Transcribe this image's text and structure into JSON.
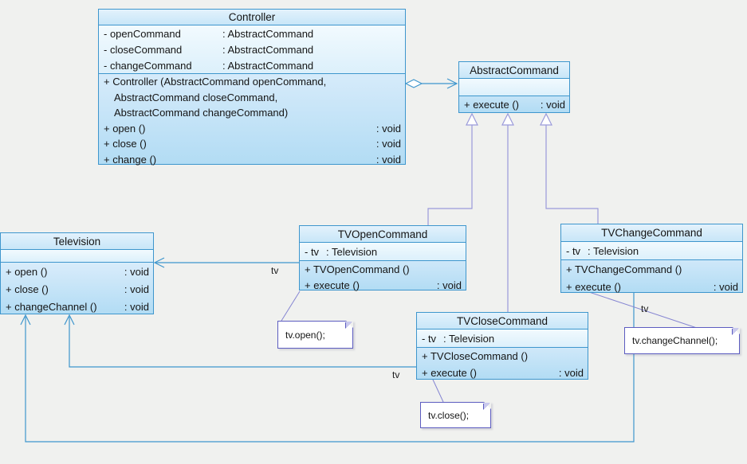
{
  "diagram_title": "Command pattern class diagram",
  "colors": {
    "background": "#f0f1ef",
    "class_border": "#3e96cd",
    "class_fill_top": "#eaf6fd",
    "class_fill_bottom": "#b2dcf4",
    "association_line": "#3e96cd",
    "generalization_line": "#9a9ada",
    "note_border": "#5c5cc0",
    "note_fill": "#ffffff",
    "text": "#141414"
  },
  "classes": {
    "controller": {
      "name": "Controller",
      "attributes": [
        {
          "name": "- openCommand",
          "type": ": AbstractCommand"
        },
        {
          "name": "- closeCommand",
          "type": ": AbstractCommand"
        },
        {
          "name": "- changeCommand",
          "type": ": AbstractCommand"
        }
      ],
      "methods": [
        {
          "label": "+ Controller (AbstractCommand openCommand,",
          "ret": ""
        },
        {
          "label": "AbstractCommand closeCommand,",
          "ret": ""
        },
        {
          "label": "AbstractCommand changeCommand)",
          "ret": ""
        },
        {
          "label": "+ open ()",
          "ret": ": void"
        },
        {
          "label": "+ close ()",
          "ret": ": void"
        },
        {
          "label": "+ change ()",
          "ret": ": void"
        }
      ]
    },
    "abstract_command": {
      "name": "AbstractCommand",
      "attributes": [],
      "methods": [
        {
          "label": "+ execute ()",
          "ret": ": void"
        }
      ]
    },
    "television": {
      "name": "Television",
      "attributes": [],
      "methods": [
        {
          "label": "+ open ()",
          "ret": ": void"
        },
        {
          "label": "+ close ()",
          "ret": ": void"
        },
        {
          "label": "+ changeChannel ()",
          "ret": ": void"
        }
      ]
    },
    "tv_open": {
      "name": "TVOpenCommand",
      "attributes": [
        {
          "name": "- tv",
          "type": ": Television"
        }
      ],
      "methods": [
        {
          "label": "+ TVOpenCommand ()",
          "ret": ""
        },
        {
          "label": "+ execute ()",
          "ret": ": void"
        }
      ]
    },
    "tv_close": {
      "name": "TVCloseCommand",
      "attributes": [
        {
          "name": "- tv",
          "type": ": Television"
        }
      ],
      "methods": [
        {
          "label": "+ TVCloseCommand ()",
          "ret": ""
        },
        {
          "label": "+ execute ()",
          "ret": ": void"
        }
      ]
    },
    "tv_change": {
      "name": "TVChangeCommand",
      "attributes": [
        {
          "name": "- tv",
          "type": ": Television"
        }
      ],
      "methods": [
        {
          "label": "+ TVChangeCommand ()",
          "ret": ""
        },
        {
          "label": "+ execute ()",
          "ret": ": void"
        }
      ]
    }
  },
  "notes": {
    "open": {
      "text": "tv.open();"
    },
    "close": {
      "text": "tv.close();"
    },
    "change": {
      "text": "tv.changeChannel();"
    }
  },
  "edge_labels": {
    "open_tv": "tv",
    "close_tv": "tv",
    "change_tv": "tv"
  },
  "relationships": [
    {
      "from": "Controller",
      "to": "AbstractCommand",
      "type": "aggregation"
    },
    {
      "from": "TVOpenCommand",
      "to": "AbstractCommand",
      "type": "generalization"
    },
    {
      "from": "TVCloseCommand",
      "to": "AbstractCommand",
      "type": "generalization"
    },
    {
      "from": "TVChangeCommand",
      "to": "AbstractCommand",
      "type": "generalization"
    },
    {
      "from": "TVOpenCommand",
      "to": "Television",
      "type": "directed-association",
      "label": "tv"
    },
    {
      "from": "TVCloseCommand",
      "to": "Television",
      "type": "directed-association",
      "label": "tv"
    },
    {
      "from": "TVChangeCommand",
      "to": "Television",
      "type": "directed-association",
      "label": "tv"
    },
    {
      "from": "tv.open(); note",
      "to": "TVOpenCommand",
      "type": "note-anchor"
    },
    {
      "from": "tv.close(); note",
      "to": "TVCloseCommand",
      "type": "note-anchor"
    },
    {
      "from": "tv.changeChannel(); note",
      "to": "TVChangeCommand",
      "type": "note-anchor"
    }
  ]
}
